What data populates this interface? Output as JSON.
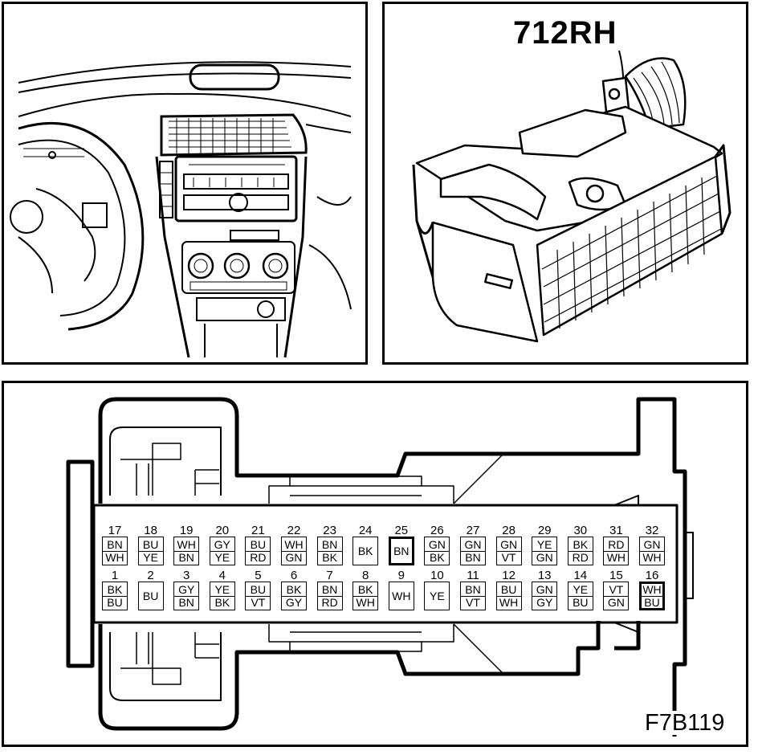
{
  "connector": {
    "name": "712RH",
    "figure_code": "F7B119"
  },
  "pins": {
    "top": [
      {
        "num": "17",
        "colors": [
          "BN",
          "WH"
        ]
      },
      {
        "num": "18",
        "colors": [
          "BU",
          "YE"
        ]
      },
      {
        "num": "19",
        "colors": [
          "WH",
          "BN"
        ]
      },
      {
        "num": "20",
        "colors": [
          "GY",
          "YE"
        ]
      },
      {
        "num": "21",
        "colors": [
          "BU",
          "RD"
        ]
      },
      {
        "num": "22",
        "colors": [
          "WH",
          "GN"
        ]
      },
      {
        "num": "23",
        "colors": [
          "BN",
          "BK"
        ]
      },
      {
        "num": "24",
        "colors": [
          "BK"
        ]
      },
      {
        "num": "25",
        "colors": [
          "BN"
        ],
        "highlight": true
      },
      {
        "num": "26",
        "colors": [
          "GN",
          "BK"
        ]
      },
      {
        "num": "27",
        "colors": [
          "GN",
          "BN"
        ]
      },
      {
        "num": "28",
        "colors": [
          "GN",
          "VT"
        ]
      },
      {
        "num": "29",
        "colors": [
          "YE",
          "GN"
        ]
      },
      {
        "num": "30",
        "colors": [
          "BK",
          "RD"
        ]
      },
      {
        "num": "31",
        "colors": [
          "RD",
          "WH"
        ]
      },
      {
        "num": "32",
        "colors": [
          "GN",
          "WH"
        ]
      }
    ],
    "bottom": [
      {
        "num": "1",
        "colors": [
          "BK",
          "BU"
        ]
      },
      {
        "num": "2",
        "colors": [
          "BU"
        ]
      },
      {
        "num": "3",
        "colors": [
          "GY",
          "BN"
        ]
      },
      {
        "num": "4",
        "colors": [
          "YE",
          "BK"
        ]
      },
      {
        "num": "5",
        "colors": [
          "BU",
          "VT"
        ]
      },
      {
        "num": "6",
        "colors": [
          "BK",
          "GY"
        ]
      },
      {
        "num": "7",
        "colors": [
          "BN",
          "RD"
        ]
      },
      {
        "num": "8",
        "colors": [
          "BK",
          "WH"
        ]
      },
      {
        "num": "9",
        "colors": [
          "WH"
        ]
      },
      {
        "num": "10",
        "colors": [
          "YE"
        ]
      },
      {
        "num": "11",
        "colors": [
          "BN",
          "VT"
        ]
      },
      {
        "num": "12",
        "colors": [
          "BU",
          "WH"
        ]
      },
      {
        "num": "13",
        "colors": [
          "GN",
          "GY"
        ]
      },
      {
        "num": "14",
        "colors": [
          "YE",
          "BU"
        ]
      },
      {
        "num": "15",
        "colors": [
          "VT",
          "GN"
        ]
      },
      {
        "num": "16",
        "colors": [
          "WH",
          "BU"
        ],
        "highlight": true
      }
    ]
  }
}
